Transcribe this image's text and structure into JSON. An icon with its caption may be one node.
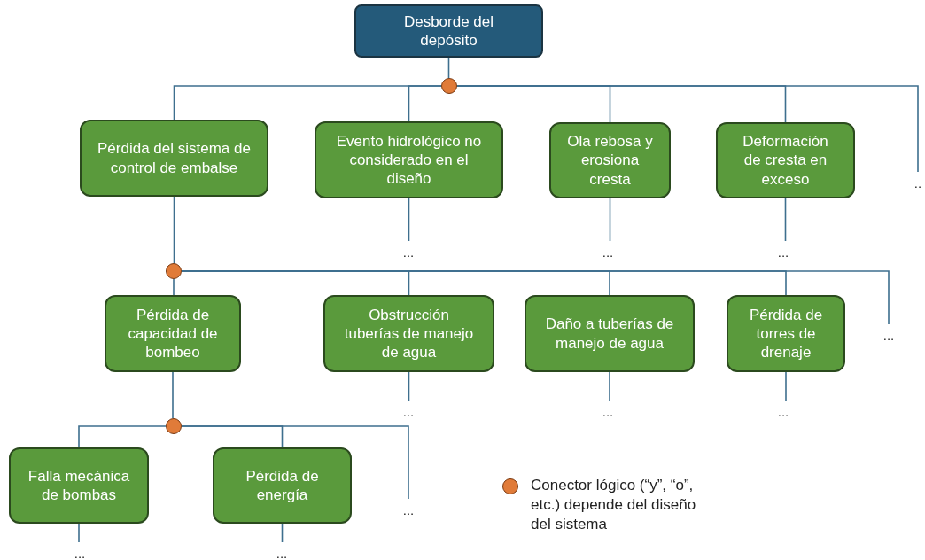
{
  "diagram": {
    "nodes": [
      {
        "text": [
          "Desborde del depósito"
        ]
      },
      {
        "text": [],
        "shape": "circle"
      },
      {
        "text": [
          "Pérdida del sistema de control de embalse"
        ]
      },
      {
        "text": [
          "Evento hidrológico no considerado en el diseño"
        ]
      },
      {
        "text": [
          "Ola rebosa y erosiona cresta"
        ]
      },
      {
        "text": [
          "Deformación de cresta en exceso"
        ]
      },
      {
        "text": [
          ".."
        ]
      },
      {
        "text": [
          "..."
        ]
      },
      {
        "text": [
          "..."
        ]
      },
      {
        "text": [
          "..."
        ]
      },
      {
        "text": [],
        "shape": "circle"
      },
      {
        "text": [
          "Pérdida de capacidad de bombeo"
        ]
      },
      {
        "text": [
          "Obstrucción tuberías de manejo de agua"
        ]
      },
      {
        "text": [
          "Daño a tuberías de manejo de agua"
        ]
      },
      {
        "text": [
          "Pérdida de torres de drenaje"
        ]
      },
      {
        "text": [
          "..."
        ]
      },
      {
        "text": [
          "..."
        ]
      },
      {
        "text": [
          "..."
        ]
      },
      {
        "text": [
          "..."
        ]
      },
      {
        "text": [],
        "shape": "circle"
      },
      {
        "text": [
          "Falla mecánica de bombas"
        ]
      },
      {
        "text": [
          "Pérdida de energía"
        ]
      },
      {
        "text": [
          "..."
        ]
      },
      {
        "text": [
          "..."
        ]
      },
      {
        "text": [
          "..."
        ]
      }
    ],
    "edges": [
      {
        "from": 0,
        "to": 1,
        "arrow": "none"
      },
      {
        "from": 1,
        "to": 2,
        "arrow": "none"
      },
      {
        "from": 1,
        "to": 3,
        "arrow": "none"
      },
      {
        "from": 1,
        "to": 4,
        "arrow": "none"
      },
      {
        "from": 1,
        "to": 5,
        "arrow": "none"
      },
      {
        "from": 1,
        "to": 6,
        "arrow": "none"
      },
      {
        "from": 3,
        "to": 7,
        "arrow": "none"
      },
      {
        "from": 4,
        "to": 8,
        "arrow": "none"
      },
      {
        "from": 5,
        "to": 9,
        "arrow": "none"
      },
      {
        "from": 2,
        "to": 10,
        "arrow": "none"
      },
      {
        "from": 10,
        "to": 11,
        "arrow": "none"
      },
      {
        "from": 10,
        "to": 12,
        "arrow": "none"
      },
      {
        "from": 10,
        "to": 13,
        "arrow": "none"
      },
      {
        "from": 10,
        "to": 14,
        "arrow": "none"
      },
      {
        "from": 10,
        "to": 15,
        "arrow": "none"
      },
      {
        "from": 12,
        "to": 16,
        "arrow": "none"
      },
      {
        "from": 13,
        "to": 17,
        "arrow": "none"
      },
      {
        "from": 14,
        "to": 18,
        "arrow": "none"
      },
      {
        "from": 11,
        "to": 19,
        "arrow": "none"
      },
      {
        "from": 19,
        "to": 20,
        "arrow": "none"
      },
      {
        "from": 19,
        "to": 21,
        "arrow": "none"
      },
      {
        "from": 19,
        "to": 22,
        "arrow": "none"
      },
      {
        "from": 20,
        "to": 23,
        "arrow": "none"
      },
      {
        "from": 21,
        "to": 24,
        "arrow": "none"
      }
    ],
    "legend": [
      {
        "text": "Conector lógico (“y”, “o”, etc.) depende del diseño del sistema",
        "color": "#e07b39"
      }
    ]
  }
}
